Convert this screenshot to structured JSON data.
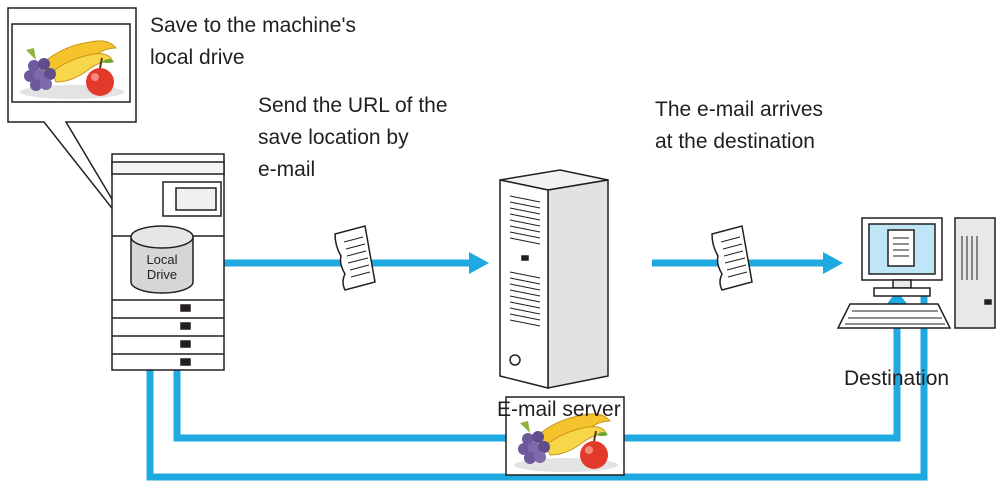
{
  "labels": {
    "save_local": "Save to the machine's\nlocal drive",
    "send_url": "Send the URL of the\nsave location by\ne-mail",
    "email_arrives": "The e-mail arrives\nat the destination",
    "email_server": "E-mail server",
    "destination": "Destination",
    "local_drive": "Local\nDrive"
  },
  "colors": {
    "flow_arrow": "#1fa9e1",
    "outline": "#231f20",
    "monitor_screen": "#bfe6f7"
  },
  "icons": [
    "image-thumbnail-icon",
    "multifunction-printer-icon",
    "local-drive-icon",
    "document-icon",
    "server-tower-icon",
    "desktop-computer-icon"
  ]
}
